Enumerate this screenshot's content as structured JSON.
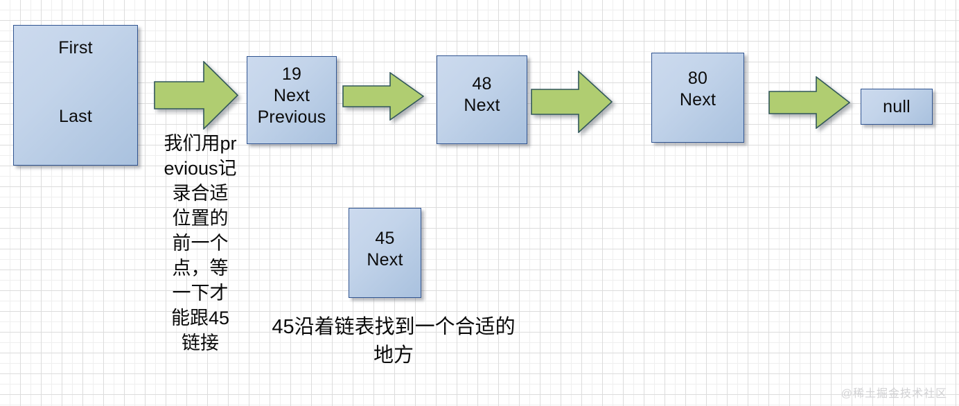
{
  "diagram": {
    "title": "Linked list insertion diagram",
    "colors": {
      "node_fill_light": "#ccdaee",
      "node_fill_dark": "#a9c1de",
      "node_border": "#2f5390",
      "arrow_fill": "#b0cd71",
      "arrow_border": "#31575a",
      "grid_line": "#dcdcdc",
      "text": "#0a0a0a",
      "watermark": "#d2d2d4"
    },
    "nodes": [
      {
        "id": "head",
        "lines": [
          "First",
          "Last"
        ]
      },
      {
        "id": "n19",
        "lines": [
          "19",
          "Next",
          "Previous"
        ]
      },
      {
        "id": "n48",
        "lines": [
          "48",
          "Next"
        ]
      },
      {
        "id": "n80",
        "lines": [
          "80",
          "Next"
        ]
      },
      {
        "id": "n45",
        "lines": [
          "45",
          "Next"
        ]
      },
      {
        "id": "nnull",
        "lines": [
          "null"
        ]
      }
    ],
    "arrows": [
      {
        "id": "arrow-1",
        "direction": "right"
      },
      {
        "id": "arrow-2",
        "direction": "right"
      },
      {
        "id": "arrow-3",
        "direction": "right"
      },
      {
        "id": "arrow-4",
        "direction": "right"
      }
    ],
    "annotations": {
      "vertical_note": "我们用previous记录合适位置的前一个点，等一下才能跟45链接",
      "bottom_note": "45沿着链表找到一个合适的地方"
    },
    "watermark": "@稀土掘金技术社区"
  }
}
